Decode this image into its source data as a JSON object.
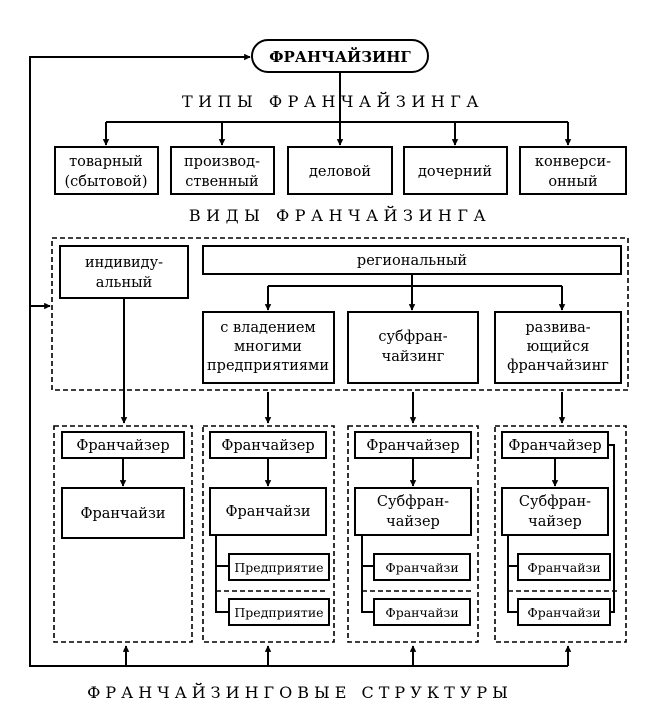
{
  "main_title": "ФРАНЧАЙЗИНГ",
  "types_heading": "ТИПЫ ФРАНЧАЙЗИНГА",
  "types": [
    [
      "товарный",
      "(сбытовой)"
    ],
    [
      "производ-",
      "ственный"
    ],
    [
      "деловой"
    ],
    [
      "дочерний"
    ],
    [
      "конверси-",
      "онный"
    ]
  ],
  "kinds_heading": "ВИДЫ ФРАНЧАЙЗИНГА",
  "individual": [
    "индивиду-",
    "альный"
  ],
  "regional": "региональный",
  "regional_subtypes": [
    [
      "с владением",
      "многими",
      "предприятиями"
    ],
    [
      "субфран-",
      "чайзинг"
    ],
    [
      "развива-",
      "ющийся",
      "франчайзинг"
    ]
  ],
  "structures": {
    "franchisor": "Франчайзер",
    "franchisee": "Франчайзи",
    "enterprise": "Предприятие",
    "subfranchisor": [
      "Субфран-",
      "чайзер"
    ]
  },
  "footer": "ФРАНЧАЙЗИНГОВЫЕ СТРУКТУРЫ"
}
